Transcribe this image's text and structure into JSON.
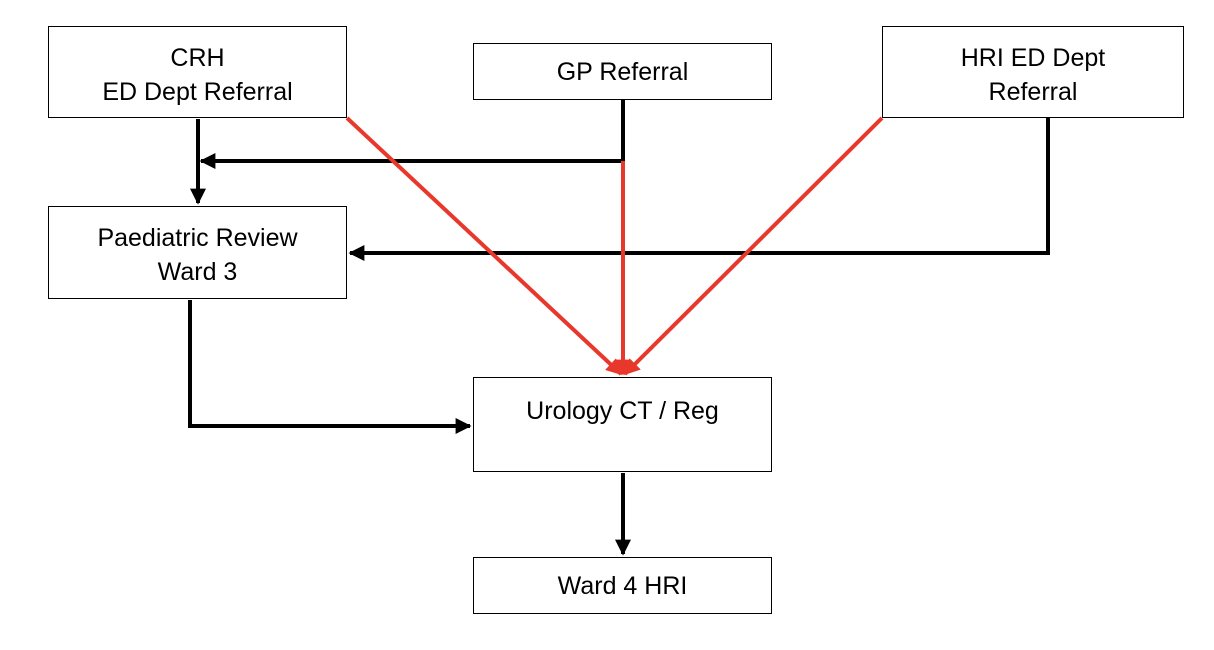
{
  "nodes": {
    "crh": {
      "line1": "CRH",
      "line2": "ED Dept Referral"
    },
    "gp": {
      "label": "GP Referral"
    },
    "hri": {
      "line1": "HRI ED Dept",
      "line2": "Referral"
    },
    "paediatric": {
      "line1": "Paediatric Review",
      "line2": "Ward 3"
    },
    "urology": {
      "label": "Urology CT / Reg"
    },
    "ward4": {
      "label": "Ward 4 HRI"
    }
  },
  "colors": {
    "box_border": "#000000",
    "black_arrow": "#000000",
    "red_arrow": "#e8382b",
    "background": "#ffffff"
  }
}
